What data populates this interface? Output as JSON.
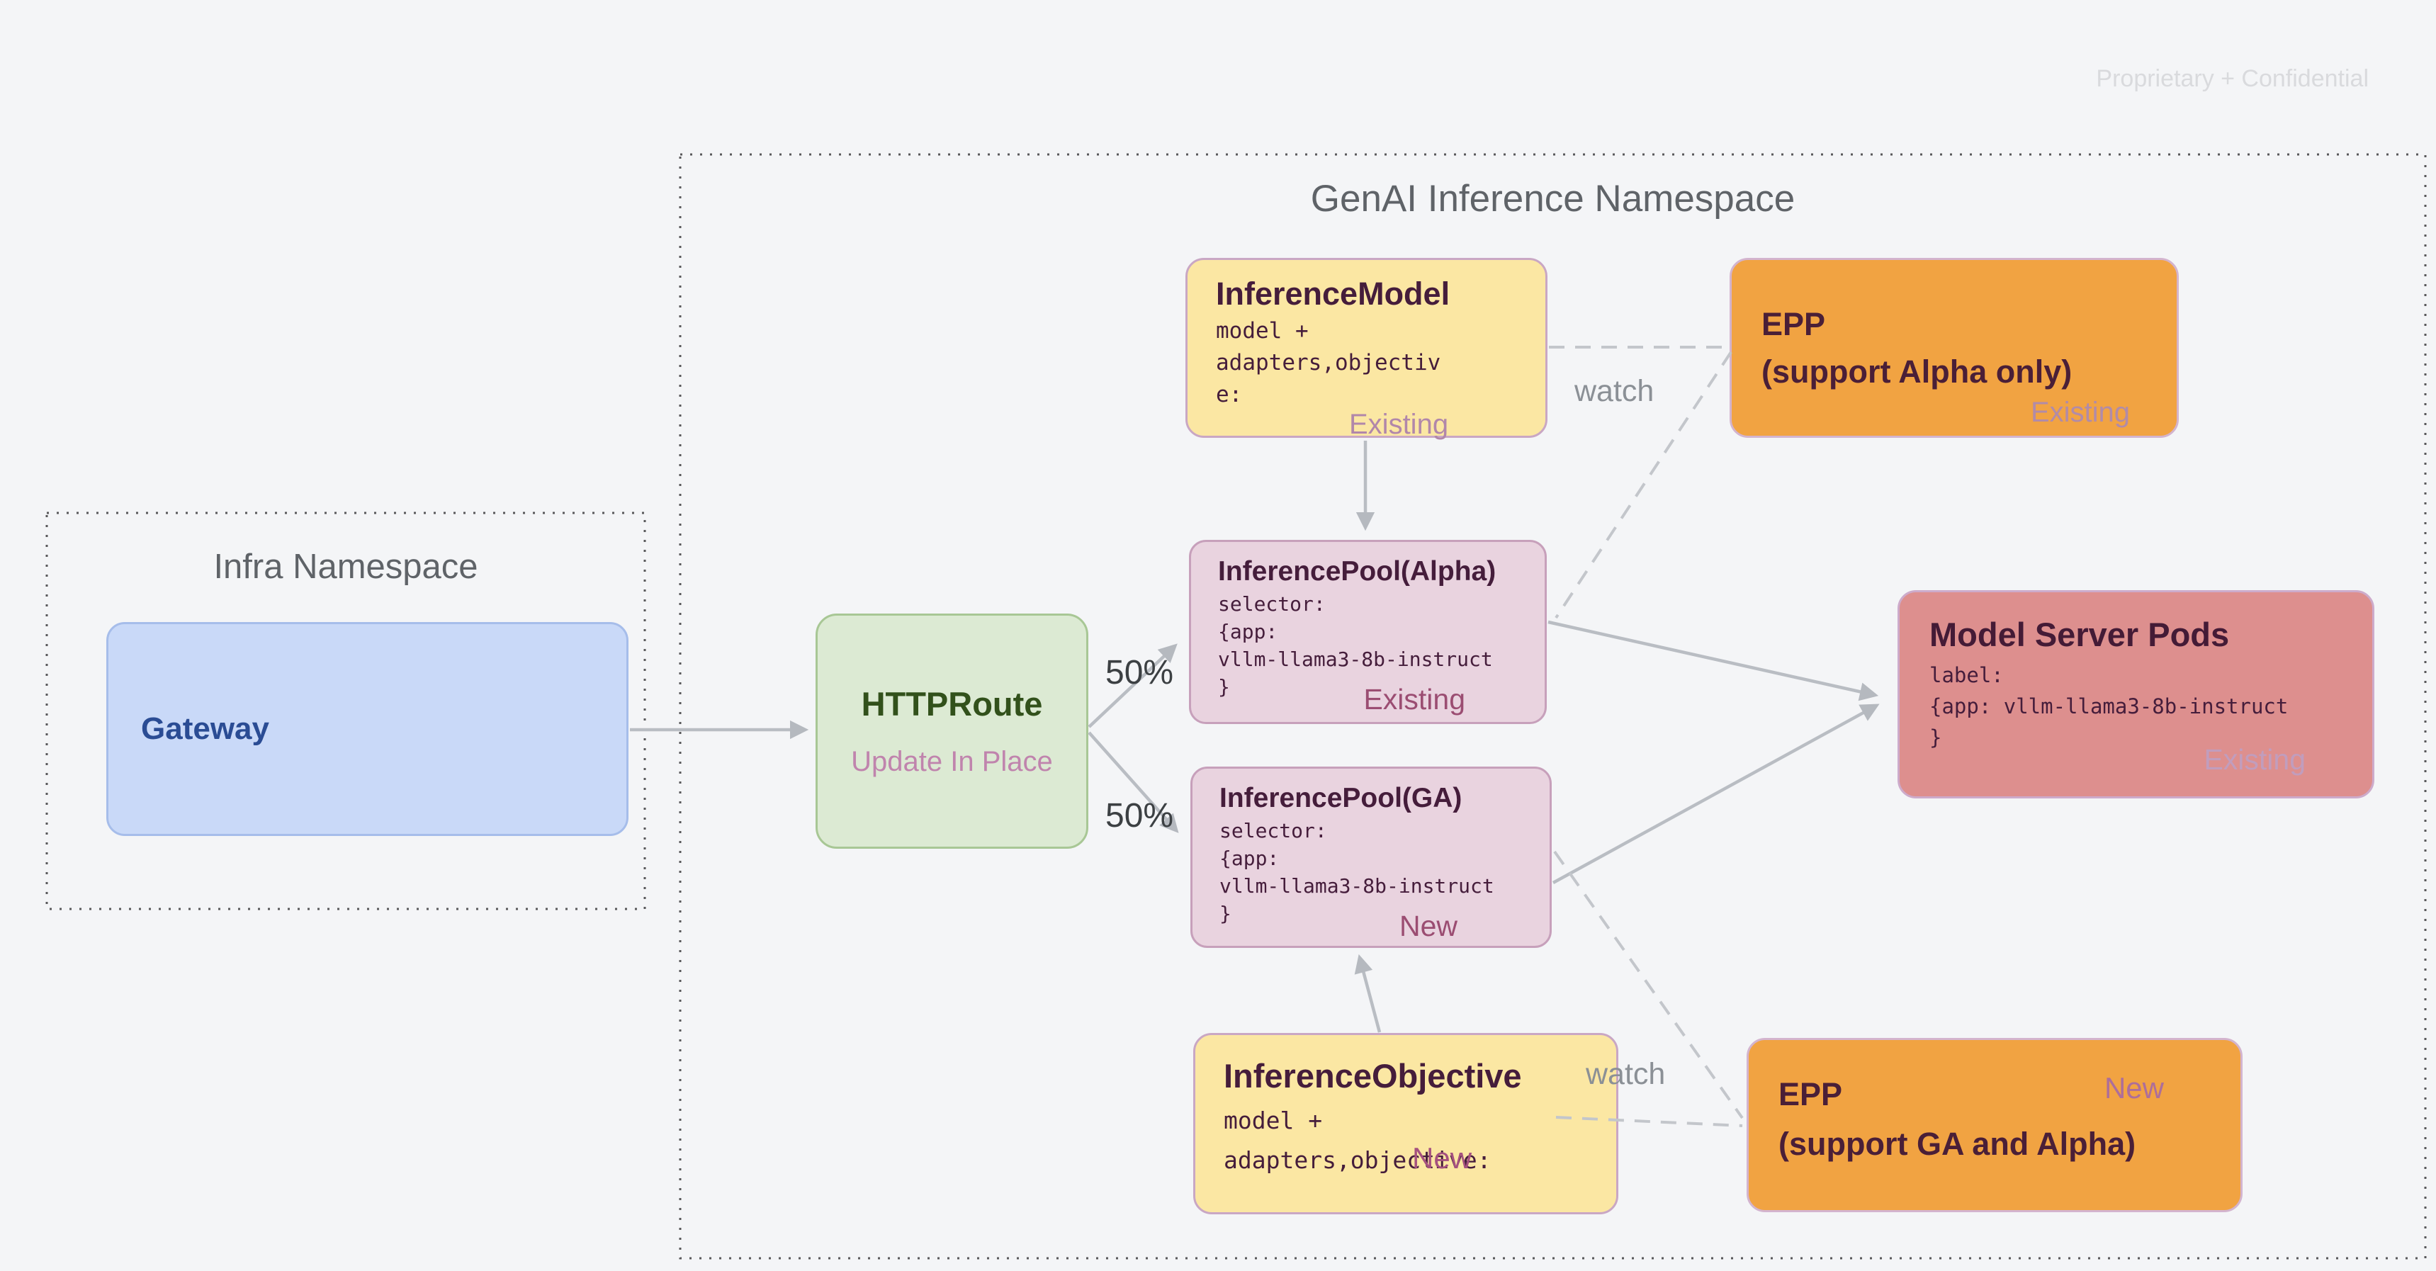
{
  "slide": {
    "watermark": "Proprietary + Confidential"
  },
  "namespaces": {
    "infra": {
      "title": "Infra Namespace"
    },
    "genai": {
      "title": "GenAI Inference Namespace"
    }
  },
  "nodes": {
    "gateway": {
      "title": "Gateway"
    },
    "httproute": {
      "title": "HTTPRoute",
      "subtitle": "Update In Place"
    },
    "inference_model": {
      "title": "InferenceModel",
      "code": "model +\nadapters,objectiv\ne:",
      "status": "Existing"
    },
    "epp_alpha": {
      "title": "EPP",
      "subtitle": "(support Alpha only)",
      "status": "Existing"
    },
    "pool_alpha": {
      "title": "InferencePool(Alpha)",
      "code": "selector:\n{app:\nvllm-llama3-8b-instruct\n}",
      "status": "Existing"
    },
    "pool_ga": {
      "title": "InferencePool(GA)",
      "code": "selector:\n{app:\nvllm-llama3-8b-instruct\n}",
      "status": "New"
    },
    "model_server_pods": {
      "title": "Model Server Pods",
      "code": "label:\n{app: vllm-llama3-8b-instruct\n}",
      "status": "Existing"
    },
    "inference_objective": {
      "title": "InferenceObjective",
      "code": "model +\nadapters,objective:",
      "status": "New"
    },
    "epp_ga": {
      "title": "EPP",
      "subtitle": "(support GA and Alpha)",
      "status": "New"
    }
  },
  "edge_labels": {
    "split_top": "50%",
    "split_bottom": "50%",
    "watch_top": "watch",
    "watch_bottom": "watch"
  },
  "connections": [
    {
      "from": "gateway",
      "to": "httproute",
      "style": "solid"
    },
    {
      "from": "httproute",
      "to": "pool_alpha",
      "style": "solid",
      "label": "50%"
    },
    {
      "from": "httproute",
      "to": "pool_ga",
      "style": "solid",
      "label": "50%"
    },
    {
      "from": "inference_model",
      "to": "pool_alpha",
      "style": "solid"
    },
    {
      "from": "inference_objective",
      "to": "pool_ga",
      "style": "solid"
    },
    {
      "from": "pool_alpha",
      "to": "model_server_pods",
      "style": "solid"
    },
    {
      "from": "pool_ga",
      "to": "model_server_pods",
      "style": "solid"
    },
    {
      "from": "inference_model",
      "to": "epp_alpha",
      "style": "dashed",
      "label": "watch"
    },
    {
      "from": "epp_alpha",
      "to": "pool_alpha",
      "style": "dashed"
    },
    {
      "from": "pool_ga",
      "to": "epp_ga",
      "style": "dashed"
    },
    {
      "from": "inference_objective",
      "to": "epp_ga",
      "style": "dashed",
      "label": "watch"
    }
  ],
  "colors": {
    "background": "#f4f5f7",
    "gateway_fill": "#c9d9f8",
    "gateway_border": "#a6bdea",
    "gateway_text": "#2a4c94",
    "httproute_fill": "#dcead3",
    "httproute_border": "#a8c795",
    "httproute_text": "#32511b",
    "httproute_subtitle": "#c084ad",
    "yellow_fill": "#fbe7a3",
    "orange_fill": "#f1a342",
    "pool_fill": "#e9d3df",
    "pods_fill": "#dd8f8e",
    "pink_border": "#c9a7c4",
    "dark_text": "#451d3b",
    "status_strong": "#9b4d72",
    "status_muted": "#b18ba8",
    "arrow_gray": "#b9bdc3",
    "label_gray": "#8b9096",
    "namespace_text": "#5f6368",
    "watermark_gray": "#d9dadd"
  }
}
